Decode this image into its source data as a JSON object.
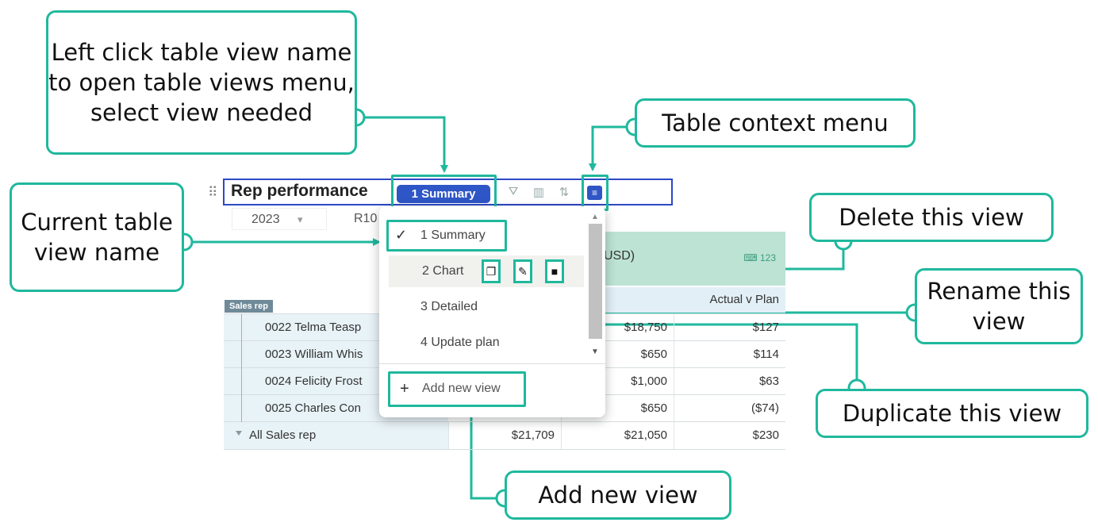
{
  "callouts": {
    "left_click": "Left click table view name to open table views menu, select view needed",
    "context_menu": "Table context menu",
    "current_view": "Current table view name",
    "delete_view": "Delete this view",
    "rename_view": "Rename this view",
    "duplicate_view": "Duplicate this view",
    "add_new_view": "Add new view"
  },
  "table": {
    "title": "Rep performance",
    "current_view": "1 Summary",
    "filters": {
      "year": "2023",
      "year_caret": "▾",
      "region": "R10"
    },
    "measure_title": "USD)",
    "measure_badge": "⌨ 123",
    "column_headers": [
      "Actual v Plan"
    ],
    "dimension_tag": "Sales rep",
    "rows": [
      {
        "name": "0022 Telma Teasp",
        "c2": "$18,750",
        "c3": "$127"
      },
      {
        "name": "0023 William Whis",
        "c2": "$650",
        "c3": "$114"
      },
      {
        "name": "0024 Felicity Frost",
        "c2": "$1,000",
        "c3": "$63"
      },
      {
        "name": "0025 Charles Con",
        "c2": "$650",
        "c3": "($74)"
      }
    ],
    "total": {
      "name": "All Sales rep",
      "c1": "$21,709",
      "c2": "$21,050",
      "c3": "$230"
    }
  },
  "views_menu": {
    "items": [
      "1 Summary",
      "2 Chart",
      "3 Detailed",
      "4 Update plan"
    ],
    "checked": "✓",
    "add_label": "Add new view",
    "add_icon": "+"
  },
  "accent_color": "#1fb89d",
  "brand_color": "#2f56c6",
  "icons": [
    "drag-handle-icon",
    "filter-icon",
    "chart-icon",
    "pivot-icon",
    "context-menu-icon",
    "duplicate-icon",
    "rename-icon",
    "delete-icon",
    "check-icon",
    "plus-icon"
  ]
}
